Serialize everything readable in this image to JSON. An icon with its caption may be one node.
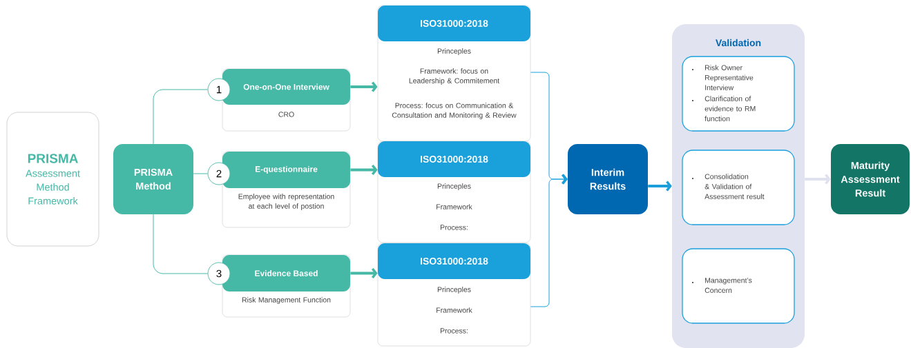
{
  "diagram": {
    "nodes": [
      {
        "text": [
          "PRISMA",
          "Assessment Method Framework"
        ]
      },
      {
        "text": [
          "PRISMA Method"
        ]
      },
      {
        "text": [
          "1"
        ]
      },
      {
        "text": [
          "One-on-One Interview",
          "CRO"
        ]
      },
      {
        "text": [
          "2"
        ]
      },
      {
        "text": [
          "E-questionnaire",
          "Employee with representation at each level of postion"
        ]
      },
      {
        "text": [
          "3"
        ]
      },
      {
        "text": [
          "Evidence Based",
          "Risk Management Function"
        ]
      },
      {
        "text": [
          "ISO31000:2018",
          "Princeples",
          "Framework: focus on Leadership & Commitement",
          "Process: focus on Communication & Consultation and Monitoring & Review"
        ]
      },
      {
        "text": [
          "ISO31000:2018",
          "Princeples",
          "Framework",
          "Process:"
        ]
      },
      {
        "text": [
          "ISO31000:2018",
          "Princeples",
          "Framework",
          "Process:"
        ]
      },
      {
        "text": [
          "Interim Results"
        ]
      },
      {
        "text": [
          "Validation"
        ]
      },
      {
        "text": [
          "Risk Owner Representative Interview",
          "Clarification of evidence to RM function"
        ],
        "in": 12
      },
      {
        "text": [
          "Consolidation & Validation of Assessment result"
        ],
        "in": 12
      },
      {
        "text": [
          "Management’s Concern"
        ],
        "in": 12
      },
      {
        "text": [
          "Maturity Assessment Result"
        ]
      }
    ],
    "edges": [
      {
        "from": 1,
        "to": 2,
        "arrow": "none"
      },
      {
        "from": 1,
        "to": 4,
        "arrow": "none"
      },
      {
        "from": 1,
        "to": 6,
        "arrow": "none"
      },
      {
        "from": 3,
        "to": 8,
        "arrow": "to",
        "style": "thick"
      },
      {
        "from": 5,
        "to": 9,
        "arrow": "to",
        "style": "thick"
      },
      {
        "from": 7,
        "to": 10,
        "arrow": "to",
        "style": "thick"
      },
      {
        "from": 8,
        "to": 11,
        "arrow": "to",
        "color": "#1a9fdb"
      },
      {
        "from": 10,
        "to": 11,
        "arrow": "to",
        "color": "#1a9fdb"
      },
      {
        "from": 11,
        "to": 12,
        "arrow": "to",
        "style": "thick",
        "color": "#1a9fdb"
      },
      {
        "from": 12,
        "to": 16,
        "arrow": "to",
        "style": "thick",
        "color": "#dfe1ef"
      }
    ]
  }
}
